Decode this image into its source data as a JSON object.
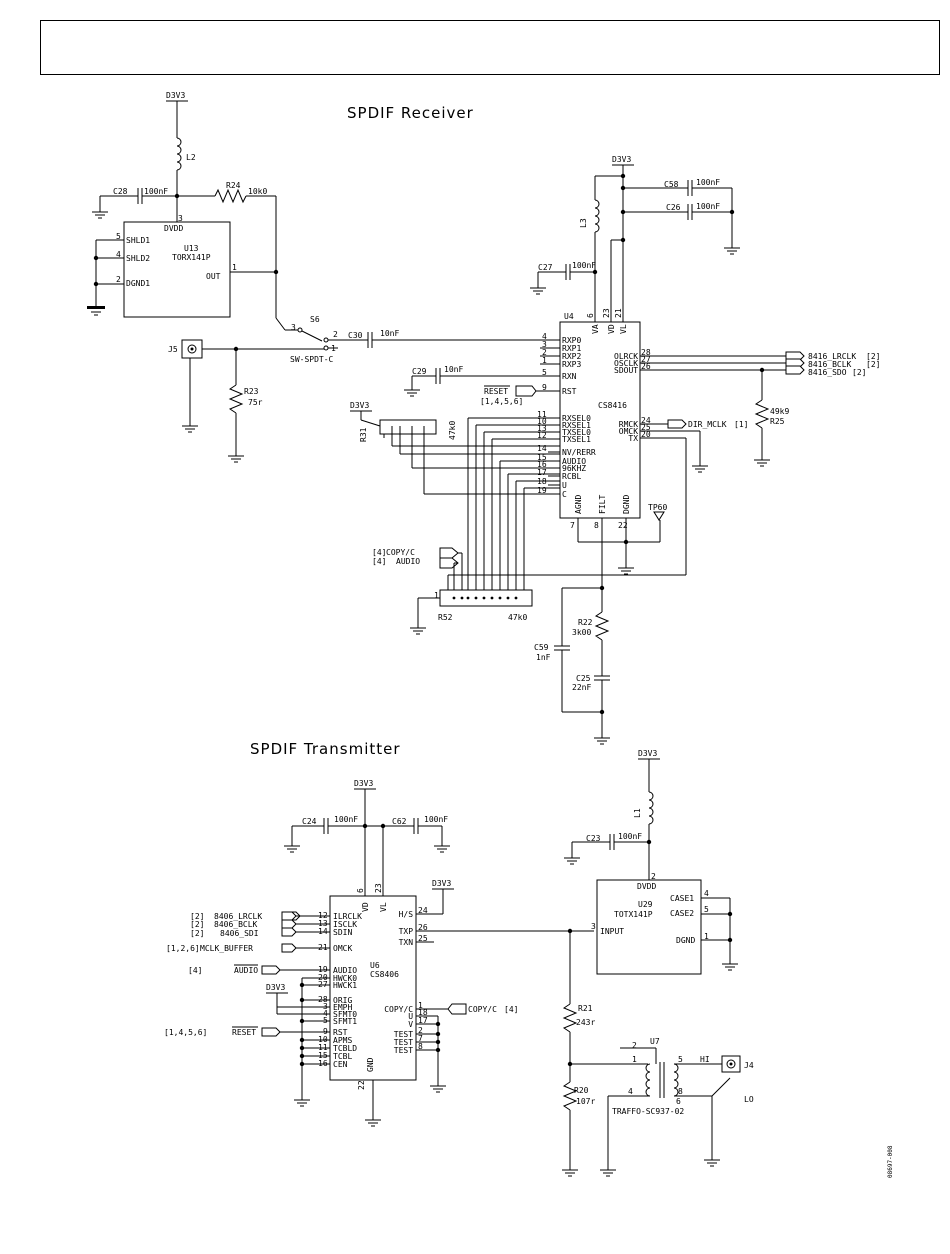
{
  "titles": {
    "receiver": "SPDIF Receiver",
    "transmitter": "SPDIF Transmitter",
    "figure_id": "08697-008"
  },
  "receiver": {
    "u13": {
      "ref": "U13",
      "part": "TORX141P",
      "pins": {
        "dvdd": "DVDD",
        "shld1": "SHLD1",
        "shld2": "SHLD2",
        "dgnd1": "DGND1",
        "out": "OUT"
      },
      "nums": {
        "p3": "3",
        "p5": "5",
        "p4": "4",
        "p2": "2",
        "p1": "1"
      }
    },
    "d3v3": "D3V3",
    "l2": "L2",
    "c28": "C28",
    "c28_val": "100nF",
    "r24": "R24",
    "r24_val": "10k0",
    "s6": "S6",
    "s6_part": "SW-SPDT-C",
    "s6_nums": {
      "p3": "3",
      "p2": "2",
      "p1": "1"
    },
    "j5": "J5",
    "r23": "R23",
    "r23_val": "75r",
    "c30": "C30",
    "c30_val": "10nF",
    "c29": "C29",
    "c29_val": "10nF",
    "reset_label": "RESET",
    "reset_refs": "[1,4,5,6]",
    "r31": "R31",
    "r31_val": "47k0",
    "l3": "L3",
    "c27": "C27",
    "c27_val": "100nF",
    "c58": "C58",
    "c58_val": "100nF",
    "c26": "C26",
    "c26_val": "100nF",
    "u4": {
      "ref": "U4",
      "part": "CS8416",
      "top_pins": [
        {
          "num": "6",
          "name": "VA"
        },
        {
          "num": "23",
          "name": "VD"
        },
        {
          "num": "21",
          "name": "VL"
        }
      ],
      "left_pins": [
        {
          "num": "4",
          "name": "RXP0"
        },
        {
          "num": "3",
          "name": "RXP1"
        },
        {
          "num": "2",
          "name": "RXP2"
        },
        {
          "num": "1",
          "name": "RXP3"
        },
        {
          "num": "5",
          "name": "RXN"
        },
        {
          "num": "9",
          "name": "RST"
        },
        {
          "num": "11",
          "name": "RXSEL0"
        },
        {
          "num": "10",
          "name": "RXSEL1"
        },
        {
          "num": "13",
          "name": "TXSEL0"
        },
        {
          "num": "12",
          "name": "TXSEL1"
        },
        {
          "num": "14",
          "name": "NV/RERR"
        },
        {
          "num": "15",
          "name": "AUDIO"
        },
        {
          "num": "16",
          "name": "96KHZ"
        },
        {
          "num": "17",
          "name": "RCBL"
        },
        {
          "num": "18",
          "name": "U"
        },
        {
          "num": "19",
          "name": "C"
        }
      ],
      "right_pins": [
        {
          "num": "28",
          "name": "OLRCK"
        },
        {
          "num": "27",
          "name": "OSCLK"
        },
        {
          "num": "26",
          "name": "SDOUT"
        },
        {
          "num": "24",
          "name": "RMCK"
        },
        {
          "num": "25",
          "name": "OMCK"
        },
        {
          "num": "20",
          "name": "TX"
        }
      ],
      "bottom_pins": [
        {
          "num": "7",
          "name": "AGND"
        },
        {
          "num": "8",
          "name": "FILT"
        },
        {
          "num": "22",
          "name": "DGND"
        }
      ]
    },
    "out_nets": [
      {
        "label": "8416_LRCLK",
        "ref": "[2]"
      },
      {
        "label": "8416_BCLK",
        "ref": "[2]"
      },
      {
        "label": "8416_SDO",
        "ref": "[2]"
      }
    ],
    "dir_mclk": "DIR_MCLK",
    "dir_mclk_ref": "[1]",
    "r25": "R25",
    "r25_val": "49k9",
    "tp60": "TP60",
    "copy_c": "COPY/C",
    "audio": "AUDIO",
    "net_ref4": "[4]",
    "r52": "R52",
    "r52_val": "47k0",
    "r22": "R22",
    "r22_val": "3k00",
    "c59": "C59",
    "c59_val": "1nF",
    "c25": "C25",
    "c25_val": "22nF"
  },
  "transmitter": {
    "d3v3": "D3V3",
    "c24": "C24",
    "c24_val": "100nF",
    "c62": "C62",
    "c62_val": "100nF",
    "u6": {
      "ref": "U6",
      "part": "CS8406",
      "top_pins": [
        {
          "num": "6",
          "name": "VD"
        },
        {
          "num": "23",
          "name": "VL"
        }
      ],
      "left_pins": [
        {
          "num": "12",
          "name": "ILRCLK"
        },
        {
          "num": "13",
          "name": "ISCLK"
        },
        {
          "num": "14",
          "name": "SDIN"
        },
        {
          "num": "21",
          "name": "OMCK"
        },
        {
          "num": "19",
          "name": "AUDIO"
        },
        {
          "num": "20",
          "name": "HWCK0"
        },
        {
          "num": "27",
          "name": "HWCK1"
        },
        {
          "num": "28",
          "name": "ORIG"
        },
        {
          "num": "3",
          "name": "EMPH"
        },
        {
          "num": "4",
          "name": "SFMT0"
        },
        {
          "num": "5",
          "name": "SFMT1"
        },
        {
          "num": "9",
          "name": "RST"
        },
        {
          "num": "10",
          "name": "APMS"
        },
        {
          "num": "11",
          "name": "TCBLD"
        },
        {
          "num": "15",
          "name": "TCBL"
        },
        {
          "num": "16",
          "name": "CEN"
        }
      ],
      "right_pins": [
        {
          "num": "24",
          "name": "H/S"
        },
        {
          "num": "26",
          "name": "TXP"
        },
        {
          "num": "25",
          "name": "TXN"
        },
        {
          "num": "1",
          "name": "COPY/C"
        },
        {
          "num": "18",
          "name": "U"
        },
        {
          "num": "17",
          "name": "V"
        },
        {
          "num": "2",
          "name": "TEST"
        },
        {
          "num": "7",
          "name": "TEST"
        },
        {
          "num": "8",
          "name": "TEST"
        }
      ],
      "bottom_pin": {
        "num": "22",
        "name": "GND"
      }
    },
    "in_nets": [
      {
        "ref": "[2]",
        "label": "8406_LRCLK"
      },
      {
        "ref": "[2]",
        "label": "8406_BCLK"
      },
      {
        "ref": "[2]",
        "label": "8406_SDI"
      },
      {
        "ref": "[1,2,6]",
        "label": "MCLK_BUFFER"
      },
      {
        "ref": "[4]",
        "label": "AUDIO"
      },
      {
        "ref": "[1,4,5,6]",
        "label": "RESET"
      }
    ],
    "copy_c_out": "COPY/C",
    "copy_c_ref": "[4]",
    "l1": "L1",
    "c23": "C23",
    "c23_val": "100nF",
    "u29": {
      "ref": "U29",
      "part": "TOTX141P",
      "pins": {
        "dvdd": "DVDD",
        "input": "INPUT",
        "case1": "CASE1",
        "case2": "CASE2",
        "dgnd": "DGND"
      },
      "nums": {
        "p2": "2",
        "p3": "3",
        "p4": "4",
        "p5": "5",
        "p1": "1"
      }
    },
    "r21": "R21",
    "r21_val": "243r",
    "r20": "R20",
    "r20_val": "107r",
    "u7": "U7",
    "u7_part": "TRAFFO-SC937-02",
    "u7_nums": {
      "p2": "2",
      "p1": "1",
      "p4": "4",
      "p5": "5",
      "p8": "8",
      "p6": "6"
    },
    "j4": "J4",
    "hi": "HI",
    "lo": "LO"
  }
}
